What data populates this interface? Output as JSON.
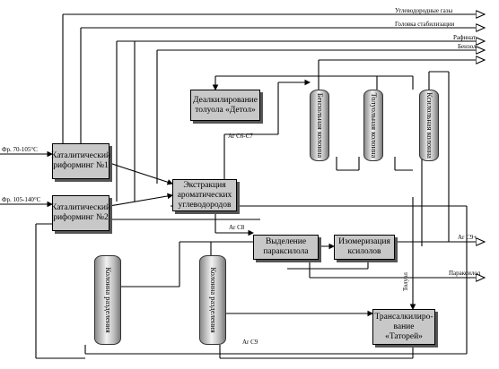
{
  "outputs": {
    "hydrocarbon_gases": "Углеводородные газы",
    "stabilization_head": "Головка стабилизации",
    "raffinate": "Рафинат",
    "benzene": "Бензол",
    "ar_c9": "Ar C9+",
    "paraxylene": "Параксилол"
  },
  "inputs": {
    "fraction_70_105": "Фр. 70-105°С",
    "fraction_105_140": "Фр. 105-140°С"
  },
  "units": {
    "reformer1": "Каталитический риформинг №1",
    "reformer2": "Каталитический риформинг №2",
    "extraction": "Экстракция ароматических углеводородов",
    "dealkylation": "Деалкилирование толуола «Детол»",
    "paraxylene_sep": "Выделение параксилола",
    "isomerization": "Изомеризация ксилолов",
    "transalkylation": "Трансалкилиро-вание «Таторей»"
  },
  "columns": {
    "benzene_col": "Бензольная колонна",
    "toluene_col": "Толуольная колонна",
    "xylene_col": "Ксилольная колонна",
    "separation1": "Колонна разделения",
    "separation2": "Колонна разделения"
  },
  "streams": {
    "ar_c6_c7": "Ar C6-C7",
    "ar_c8": "Ar C8",
    "ar_c9_bottom": "Ar C9",
    "toluene": "Толуол"
  }
}
